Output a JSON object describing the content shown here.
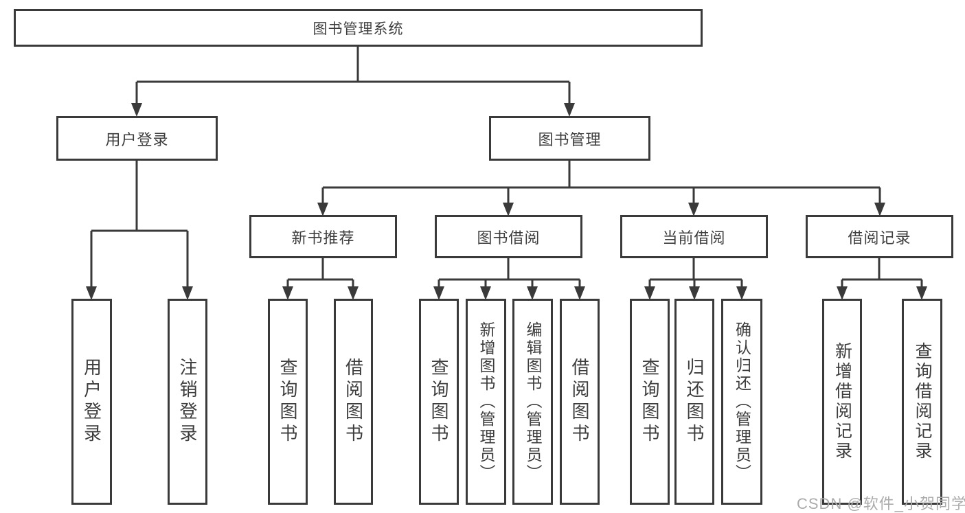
{
  "tree": {
    "root": {
      "label": "图书管理系统",
      "children": [
        {
          "label": "用户登录",
          "children": [
            {
              "label": "用户登录"
            },
            {
              "label": "注销登录"
            }
          ]
        },
        {
          "label": "图书管理",
          "children": [
            {
              "label": "新书推荐",
              "children": [
                {
                  "label": "查询图书"
                },
                {
                  "label": "借阅图书"
                }
              ]
            },
            {
              "label": "图书借阅",
              "children": [
                {
                  "label": "查询图书"
                },
                {
                  "label": "新增图书（管理员）"
                },
                {
                  "label": "编辑图书（管理员）"
                },
                {
                  "label": "借阅图书"
                }
              ]
            },
            {
              "label": "当前借阅",
              "children": [
                {
                  "label": "查询图书"
                },
                {
                  "label": "归还图书"
                },
                {
                  "label": "确认归还（管理员）"
                }
              ]
            },
            {
              "label": "借阅记录",
              "children": [
                {
                  "label": "新增借阅记录"
                },
                {
                  "label": "查询借阅记录"
                }
              ]
            }
          ]
        }
      ]
    }
  },
  "watermark": "CSDN @软件_小贺同学",
  "colors": {
    "line": "#3a3a3a",
    "text": "#3d3d3d",
    "watermark": "#ababab",
    "background": "#ffffff"
  }
}
